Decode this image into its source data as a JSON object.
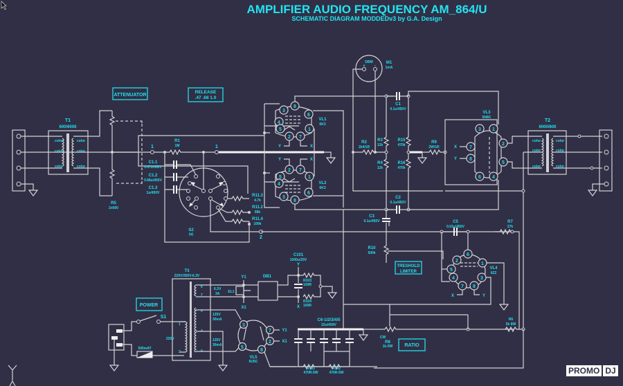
{
  "title": "AMPLIFIER AUDIO FREQUENCY AM_864/U",
  "subtitle": "SCHEMATIC DIAGRAM MODDEDv3 by G.A. Design",
  "panels": {
    "attenuator": "ATTENUATOR",
    "release_line1": "RELEASE",
    "release_line2": ".47 .68 1.0",
    "treshold_line1": "TRESHOLD",
    "treshold_line2": "LIMITER",
    "power": "POWER",
    "ratio": "RATIO"
  },
  "components": {
    "T1": {
      "ref": "T1",
      "value": "600/6000",
      "taps": [
        "color",
        "color",
        "color",
        "color",
        "color",
        "color"
      ]
    },
    "T2": {
      "ref": "T2",
      "value": "6000/600",
      "taps": [
        "color",
        "color",
        "color",
        "color",
        "color",
        "color"
      ]
    },
    "T3": {
      "ref": "T3",
      "value": "220V/350V-6.3V",
      "primary": "220V",
      "pins": [
        "1",
        "2",
        "6",
        "7",
        "0",
        "4",
        "0"
      ],
      "sec1": "6.3V",
      "sec1b": "3A",
      "sec2": "125V",
      "sec2b": "30mA",
      "sec3": "125V",
      "sec3b": "30mA"
    },
    "R5": {
      "ref": "R5",
      "value": "2x600"
    },
    "R1": {
      "ref": "R1",
      "value": "1M"
    },
    "C11": {
      "ref": "C1.1",
      "value": "0.47u/450V"
    },
    "C12": {
      "ref": "C1.2",
      "value": "0.68u/450V"
    },
    "C13": {
      "ref": "C1.3",
      "value": "1u/450V"
    },
    "S2": {
      "ref": "S2",
      "value": "(a)"
    },
    "R113": {
      "ref": "R11.3",
      "value": "4.7k"
    },
    "R112": {
      "ref": "R11.2",
      "value": "68k"
    },
    "R114": {
      "ref": "R11.4",
      "value": "100k"
    },
    "VL1": {
      "ref": "VL1",
      "value": "6K3",
      "pins": [
        "8",
        "3",
        "6",
        "4",
        "5",
        "1",
        "2",
        "7"
      ]
    },
    "VL2": {
      "ref": "VL2",
      "value": "6K3",
      "pins": [
        "2",
        "7",
        "5",
        "1",
        "4",
        "6",
        "3",
        "8"
      ]
    },
    "M1": {
      "ref": "M1",
      "value": "1mA",
      "label": "DBM",
      "plus": "+",
      "minus": "-"
    },
    "C1": {
      "ref": "C1",
      "value": "0.1u/450V"
    },
    "C2": {
      "ref": "C2",
      "value": "0.1u/450V"
    },
    "C3": {
      "ref": "C3",
      "value": "0.1u/450V"
    },
    "C5": {
      "ref": "C5",
      "value": "0.01u/450V"
    },
    "R2": {
      "ref": "R2",
      "value": "2k4/1R"
    },
    "R3": {
      "ref": "R3",
      "value": "12k"
    },
    "R4": {
      "ref": "R4",
      "value": "12k"
    },
    "R15": {
      "ref": "R15",
      "value": "470k"
    },
    "R16": {
      "ref": "R16",
      "value": "470k"
    },
    "R9": {
      "ref": "R9",
      "value": "2W/1R"
    },
    "R7": {
      "ref": "R7",
      "value": "27k"
    },
    "R10": {
      "ref": "R10",
      "value": "500k"
    },
    "R8": {
      "ref": "R8",
      "value": "1k-5W",
      "cw": "CW"
    },
    "R6": {
      "ref": "R6",
      "value": "5k 8W"
    },
    "VL3": {
      "ref": "VL3",
      "value": "6N8C",
      "pins": [
        "3",
        "1",
        "2",
        "7",
        "8",
        "5",
        "6",
        "4"
      ]
    },
    "VL4": {
      "ref": "VL4",
      "value": "6Z2",
      "pins": [
        "6",
        "2",
        "1",
        "5",
        "4",
        "3",
        "7",
        "8"
      ]
    },
    "VL5": {
      "ref": "VL5",
      "value": "6U5C",
      "pins": [
        "3",
        "7",
        "2",
        "5",
        "8"
      ]
    },
    "C101": {
      "ref": "C101",
      "value": "1000u/25V"
    },
    "DB1": {
      "ref": "DB1"
    },
    "EL1": {
      "ref": "EL1"
    },
    "R103": {
      "ref": "R103",
      "value": "100R"
    },
    "R104": {
      "ref": "R104",
      "value": "100R"
    },
    "Cbank": {
      "ref": "C6-1/2/3/4/5",
      "value": "22u/450V"
    },
    "R101": {
      "ref": "R101",
      "value": "470R-5W"
    },
    "R102": {
      "ref": "R102",
      "value": "470R-5W"
    },
    "S1": {
      "ref": "S1"
    },
    "F1": {
      "value": "500mAT"
    }
  },
  "nets": {
    "X": "X",
    "Y": "Y",
    "X1": "X1",
    "Y1": "Y1",
    "n1": "1",
    "n2": "2"
  },
  "watermark": {
    "left": "PROMO",
    "right": "DJ"
  }
}
